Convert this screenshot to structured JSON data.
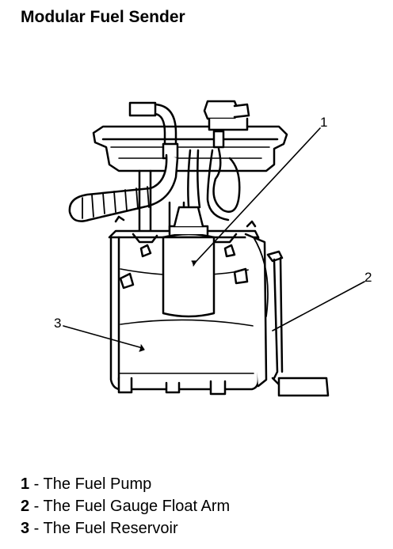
{
  "title": "Modular Fuel Sender",
  "callouts": [
    {
      "number": "1",
      "label": "The Fuel Pump"
    },
    {
      "number": "2",
      "label": "The Fuel Gauge Float Arm"
    },
    {
      "number": "3",
      "label": "The Fuel Reservoir"
    }
  ],
  "separator": " - "
}
